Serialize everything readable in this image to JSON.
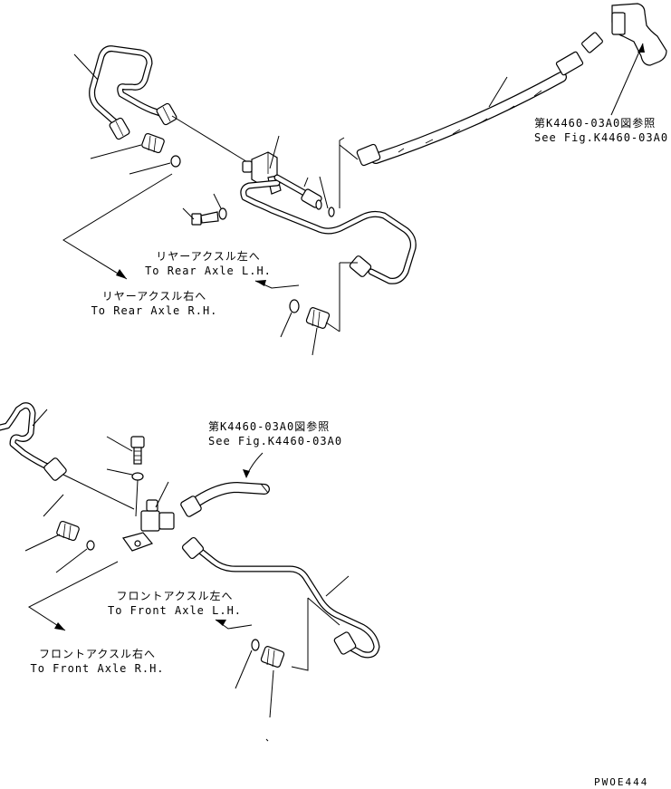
{
  "labels": {
    "top_ref_ja": "第K4460-03A0図参照",
    "top_ref_en": "See Fig.K4460-03A0",
    "rear_lh_ja": "リヤーアクスル左へ",
    "rear_lh_en": "To Rear Axle L.H.",
    "rear_rh_ja": "リヤーアクスル右へ",
    "rear_rh_en": "To Rear Axle R.H.",
    "mid_ref_ja": "第K4460-03A0図参照",
    "mid_ref_en": "See Fig.K4460-03A0",
    "front_lh_ja": "フロントアクスル左へ",
    "front_lh_en": "To Front Axle L.H.",
    "front_rh_ja": "フロントアクスル右へ",
    "front_rh_en": "To Front Axle R.H."
  },
  "drawing_code": "PWOE444"
}
